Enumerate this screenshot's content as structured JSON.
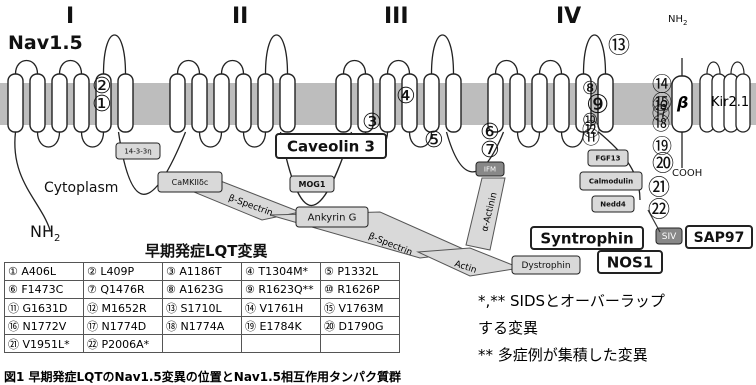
{
  "diagram": {
    "domains": [
      "I",
      "II",
      "III",
      "IV"
    ],
    "channel_name": "Nav1.5",
    "cytoplasm_label": "Cytoplasm",
    "nh2_label": "NH",
    "nh2_sub": "2",
    "nh2_small": "NH",
    "nh2_small_sub": "2",
    "cooh_label": "COOH",
    "beta_label": "β",
    "kir_label": "Kir2.1",
    "proteins": {
      "p1433": "14-3-3η",
      "camk": "CaMKIIδc",
      "mog1": "MOG1",
      "ankyrin": "Ankyrin G",
      "beta_spectrin_1": "β-Spectrin",
      "beta_spectrin_2": "β-Spectrin",
      "actin": "Actin",
      "dystrophin": "Dystrophin",
      "alpha_actinin": "α-Actinin",
      "ifm": "IFM",
      "fgf13": "FGF13",
      "calmodulin": "Calmodulin",
      "nedd4": "Nedd4",
      "siv": "SIV",
      "caveolin": "Caveolin 3",
      "syntrophin": "Syntrophin",
      "sap97": "SAP97",
      "nos1": "NOS1"
    },
    "site_markers": [
      "①",
      "②",
      "③",
      "④",
      "⑤",
      "⑥",
      "⑦",
      "⑧",
      "⑨",
      "⑩",
      "⑪",
      "⑫",
      "⑬",
      "⑭",
      "⑮",
      "⑯",
      "⑰",
      "⑱",
      "⑲",
      "⑳",
      "㉑",
      "㉒"
    ]
  },
  "table": {
    "title": "早期発症LQT変異",
    "rows": [
      [
        "① A406L",
        "② L409P",
        "③ A1186T",
        "④ T1304M*",
        "⑤ P1332L"
      ],
      [
        "⑥ F1473C",
        "⑦ Q1476R",
        "⑧ A1623G",
        "⑨ R1623Q**",
        "⑩ R1626P"
      ],
      [
        "⑪ G1631D",
        "⑫ M1652R",
        "⑬ S1710L",
        "⑭ V1761H",
        "⑮ V1763M"
      ],
      [
        "⑯ N1772V",
        "⑰ N1774D",
        "⑱ N1774A",
        "⑲ E1784K",
        "⑳ D1790G"
      ],
      [
        "㉑ V1951L*",
        "㉒ P2006A*",
        "",
        "",
        ""
      ]
    ]
  },
  "legend": {
    "line1": "*,** SIDSとオーバーラップ",
    "line2": "する変異",
    "line3": "** 多症例が集積した変異"
  },
  "caption": "図1 早期発症LQTのNav1.5変異の位置とNav1.5相互作用タンパク質群"
}
